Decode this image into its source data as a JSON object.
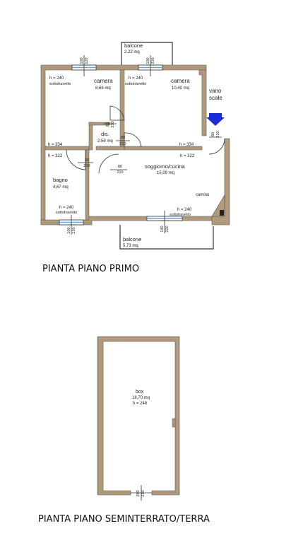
{
  "floor1": {
    "caption": "PIANTA PIANO PRIMO",
    "rooms": {
      "balcone_top": {
        "name": "balcone",
        "area": "2,22 mq"
      },
      "camera_left": {
        "name": "camera",
        "area": "8,66 mq",
        "h": "h = 240",
        "note": "sottotravetto"
      },
      "camera_right": {
        "name": "camera",
        "area": "10,40 mq",
        "h": "h = 240",
        "note": "sottotravetto"
      },
      "vano_scale": {
        "name1": "vano",
        "name2": "scale"
      },
      "dis": {
        "name": "dis.",
        "area": "2,59 mq"
      },
      "soggiorno": {
        "name": "soggiorno/cucina",
        "area": "15,09 mq"
      },
      "bagno": {
        "name": "bagno",
        "area": "4,67 mq",
        "h": "h = 240",
        "note": "sottotravetto"
      },
      "camino": {
        "name": "camino"
      },
      "balcone_bottom": {
        "name": "balcone",
        "area": "5,73 mq"
      }
    },
    "heights": {
      "h334_left": "h = 334",
      "h334_right": "h = 334",
      "h322_left": "h = 322",
      "h322_right": "h = 322",
      "h240_sogg": "h = 240",
      "sotto_sogg": "sottotravetto"
    },
    "dims": {
      "win_top_left_a": "100",
      "win_top_left_b": "120",
      "win_top_right_a": "100",
      "win_top_right_b": "220",
      "door_dis_a": "80",
      "door_dis_b": "210",
      "door_dis2_a": "80",
      "door_dis2_b": "210",
      "door_bagno_a": "80",
      "door_bagno_b": "210",
      "door_sogg_a": "80",
      "door_sogg_b": "210",
      "door_vano_a": "80",
      "door_vano_b": "210",
      "win_bot_left_a": "100",
      "win_bot_left_b": "120",
      "win_bot_right_a": "140",
      "win_bot_right_b": "220"
    }
  },
  "floor0": {
    "caption": "PIANTA PIANO SEMINTERRATO/TERRA",
    "box": {
      "name": "box",
      "area": "18,70 mq",
      "h": "h = 246"
    },
    "door_a": "260",
    "door_b": "210"
  },
  "colors": {
    "wall": "#b19a7c",
    "arrow": "#1a2cd6"
  }
}
